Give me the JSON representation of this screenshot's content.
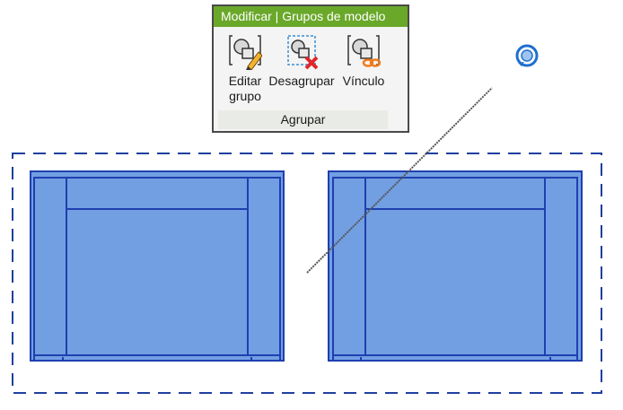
{
  "ribbon": {
    "title": "Modificar | Grupos de modelo",
    "tools": [
      {
        "name": "edit-group",
        "label_line1": "Editar",
        "label_line2": "grupo",
        "icon": "edit-group-icon"
      },
      {
        "name": "ungroup",
        "label_line1": "Desagrupar",
        "label_line2": "",
        "icon": "ungroup-icon"
      },
      {
        "name": "link",
        "label_line1": "Vínculo",
        "label_line2": "",
        "icon": "link-icon"
      }
    ],
    "panel_label": "Agrupar"
  },
  "colors": {
    "header_bg": "#6aa82a",
    "furniture_fill": "#729fe2",
    "furniture_stroke": "#1f3fb0",
    "selection_dash": "#1f3f9f"
  },
  "canvas": {
    "objects": [
      "sofa-left",
      "sofa-right"
    ],
    "cursor_icon": "rotate-cursor-icon"
  }
}
